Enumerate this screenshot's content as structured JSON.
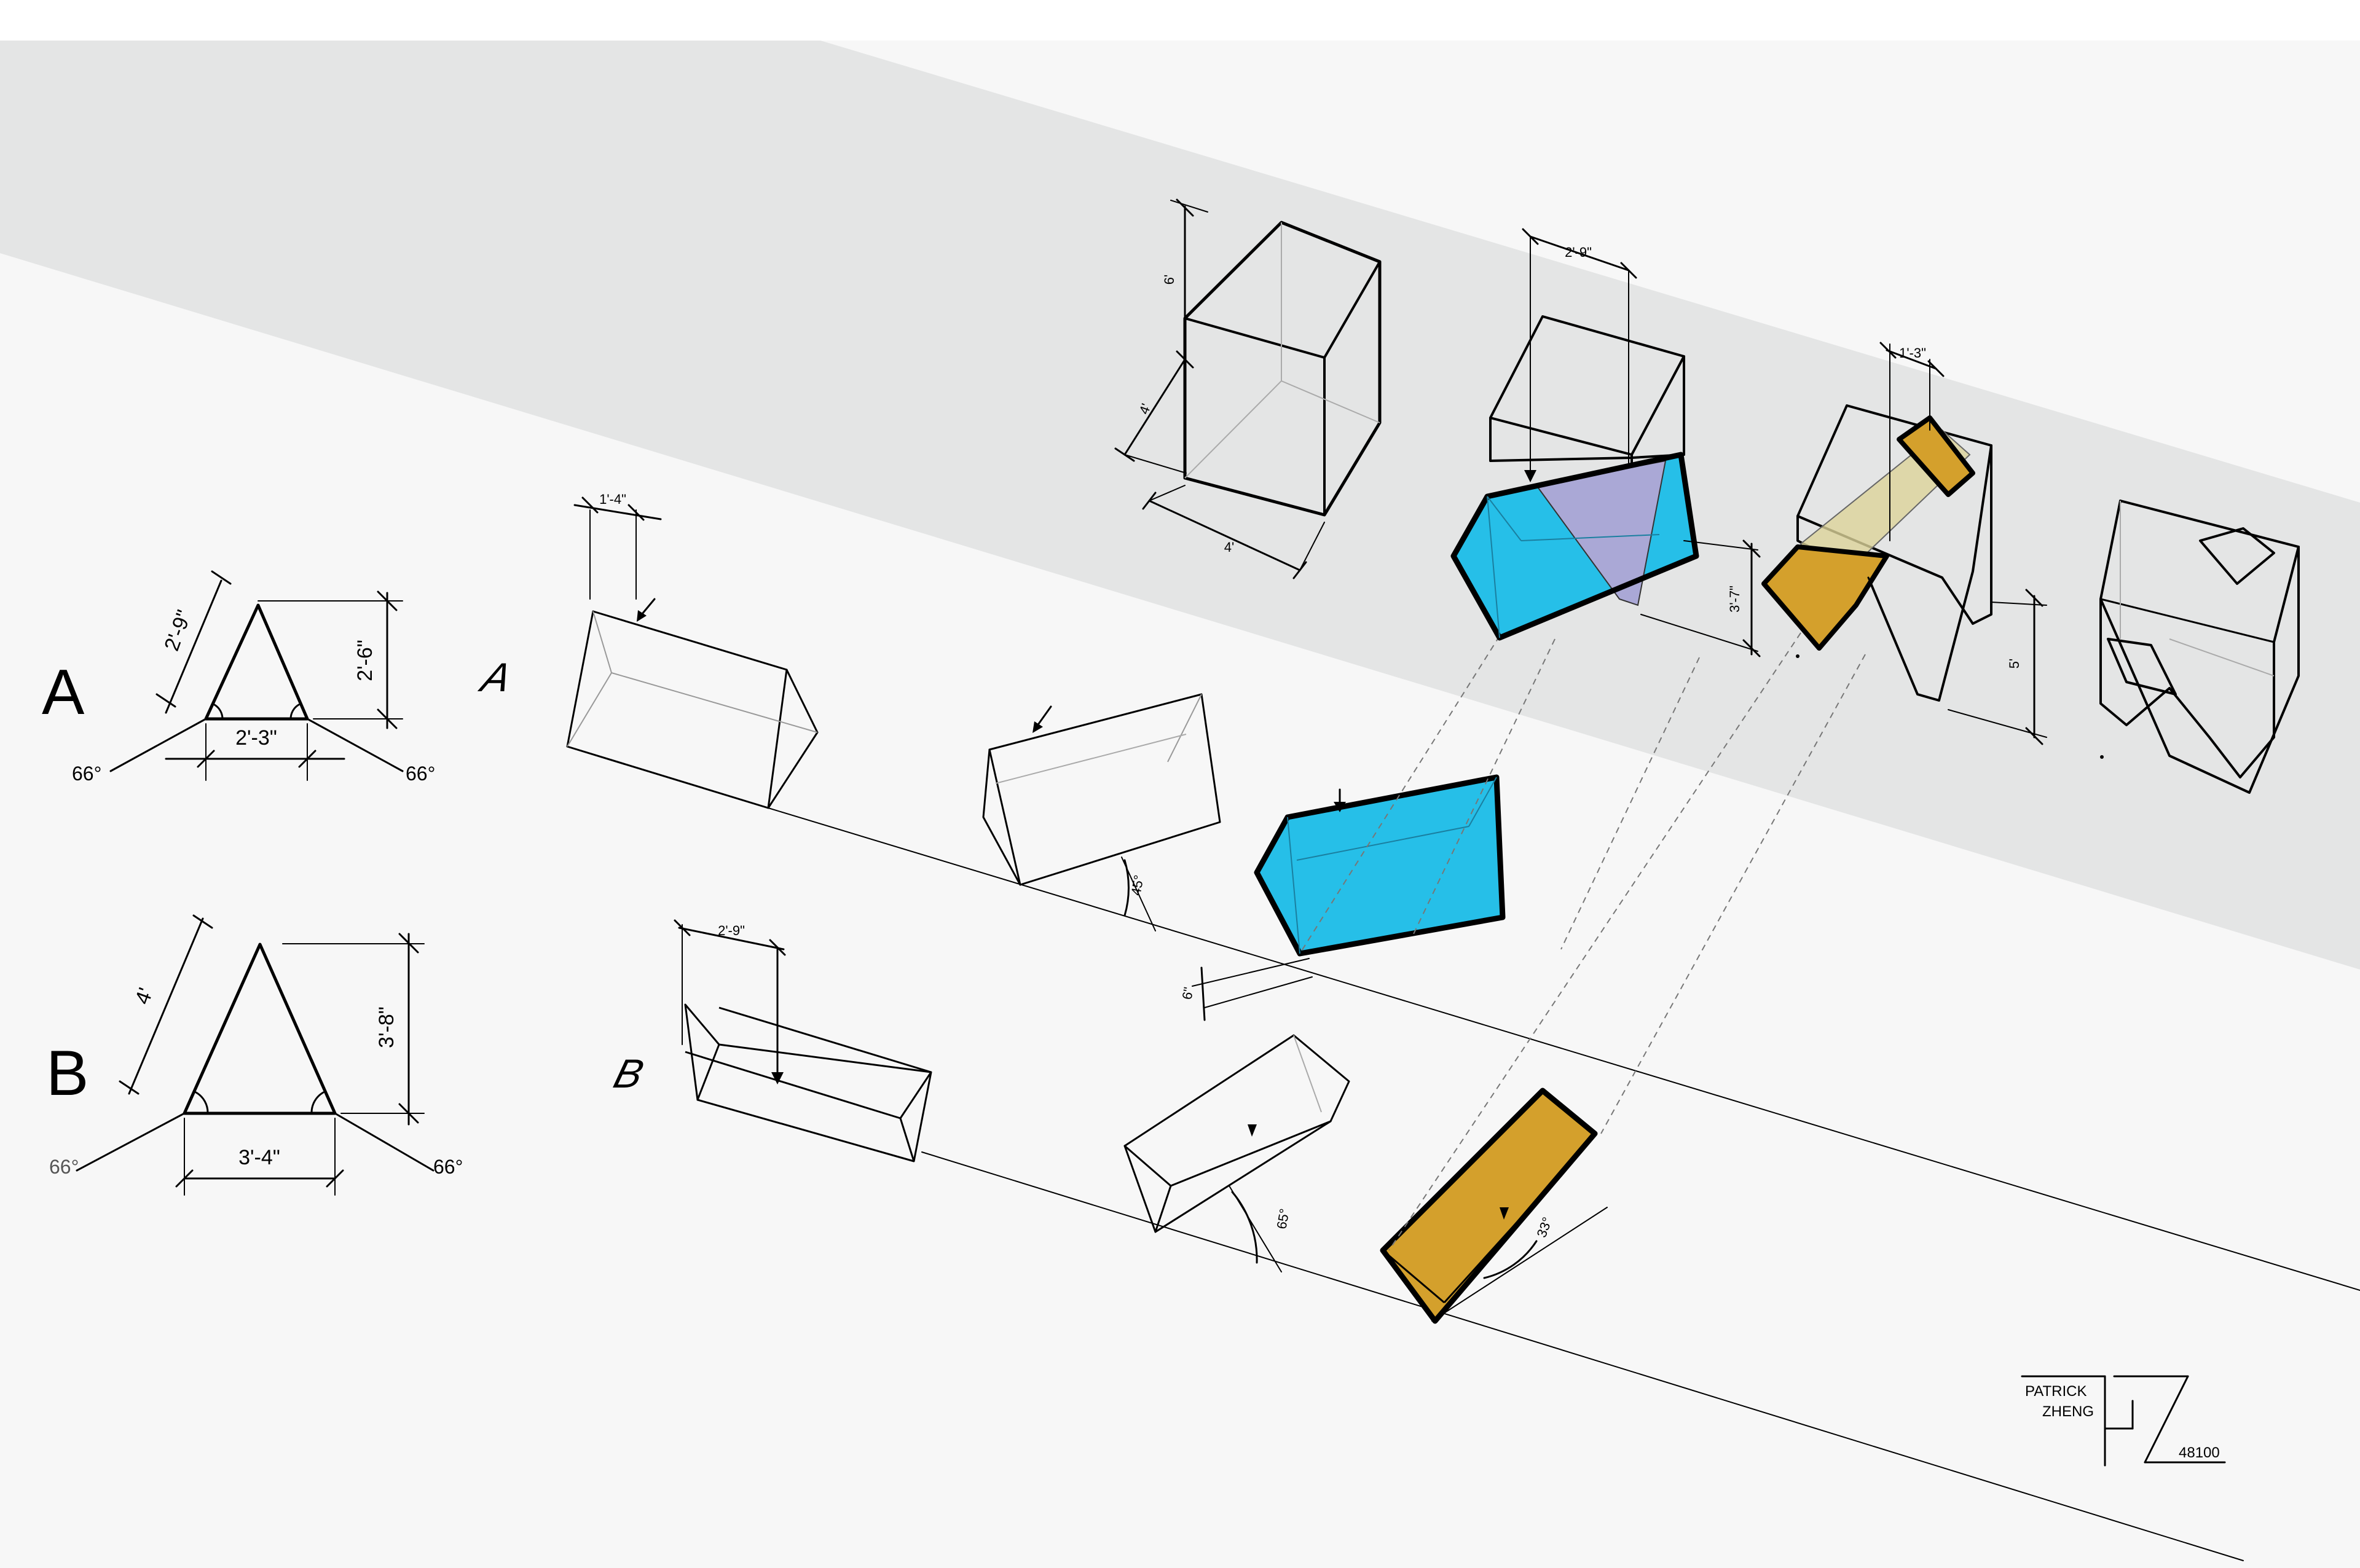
{
  "colors": {
    "background": "#ffffff",
    "sheet": "#f7f7f7",
    "band": "#e4e5e5",
    "cyan": "#26bfe8",
    "violet": "#aaa8d6",
    "gold": "#d4a02c",
    "gold_light": "#dcd39a"
  },
  "section_a": {
    "label": "A",
    "side": "2'-9\"",
    "height": "2'-6\"",
    "base": "2'-3\"",
    "angle_left": "66°",
    "angle_right": "66°",
    "prism_label": "A",
    "prism_depth": "1'-4\"",
    "rotation": "45°",
    "offset": "6\""
  },
  "section_b": {
    "label": "B",
    "side": "4'",
    "height": "3'-8\"",
    "base": "3'-4\"",
    "angle_left": "66°",
    "angle_right": "66°",
    "prism_label": "B",
    "prism_depth": "2'-9\"",
    "rotation": "65°",
    "tilt": "33°"
  },
  "assembly": {
    "cube_top": "6'",
    "cube_left": "4'",
    "cube_bottom": "4'",
    "cut_width": "2'-9\"",
    "cut_depth": "3'-7\"",
    "slot_width": "1'-3\"",
    "height_total": "5'"
  },
  "signature": {
    "first_name": "PATRICK",
    "last_name": "ZHENG",
    "number": "48100"
  }
}
